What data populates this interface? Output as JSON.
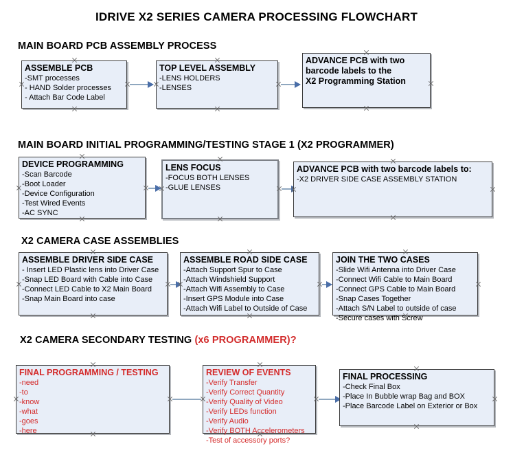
{
  "title": "IDRIVE X2  SERIES CAMERA PROCESSING FLOWCHART",
  "sections": [
    {
      "label": "MAIN BOARD PCB ASSEMBLY PROCESS",
      "accent": ""
    },
    {
      "label": "MAIN BOARD INITIAL PROGRAMMING/TESTING STAGE 1 (X2 PROGRAMMER)",
      "accent": ""
    },
    {
      "label": "X2 CAMERA CASE ASSEMBLIES",
      "accent": ""
    },
    {
      "label": "X2 CAMERA SECONDARY TESTING ",
      "accent": "(x6 PROGRAMMER)?"
    }
  ],
  "colors": {
    "box_fill": "#e8eef8",
    "box_border": "#3a3a3a",
    "connector": "#8fa7bf",
    "arrow_head": "#4a6ea8",
    "accent_red": "#d42a2a",
    "text": "#000000"
  },
  "boxes": [
    {
      "id": "assemble-pcb",
      "heading": "ASSEMBLE PCB",
      "lines": [
        "-SMT processes",
        "- HAND Solder processes",
        "- Attach Bar Code Label"
      ]
    },
    {
      "id": "top-level-assembly",
      "heading": "TOP LEVEL ASSEMBLY",
      "lines": [
        "-LENS HOLDERS",
        "-LENSES"
      ]
    },
    {
      "id": "advance-pcb-programming-station",
      "heading": "ADVANCE PCB with two",
      "lines": [
        "barcode labels to the",
        " X2 Programming Station"
      ]
    },
    {
      "id": "device-programming",
      "heading": "DEVICE PROGRAMMING",
      "lines": [
        "-Scan Barcode",
        "-Boot Loader",
        "-Device Configuration",
        "-Test Wired Events",
        "-AC SYNC"
      ]
    },
    {
      "id": "lens-focus",
      "heading": "LENS FOCUS",
      "lines": [
        "-FOCUS BOTH LENSES",
        "-GLUE LENSES"
      ]
    },
    {
      "id": "advance-pcb-driver-side-case",
      "heading": "ADVANCE PCB with two barcode labels to:",
      "lines": [
        "-X2 DRIVER  SIDE  CASE  ASSEMBLY STATION"
      ]
    },
    {
      "id": "assemble-driver-side-case",
      "heading": "ASSEMBLE DRIVER SIDE CASE",
      "lines": [
        "- Insert LED Plastic lens into Driver Case",
        "-Snap LED Board with Cable into Case",
        "-Connect LED Cable to X2 Main Board",
        "-Snap Main Board into case"
      ]
    },
    {
      "id": "assemble-road-side-case",
      "heading": "ASSEMBLE ROAD SIDE CASE",
      "lines": [
        "-Attach Support Spur to Case",
        "-Attach Windshield Support",
        "-Attach Wifi Assembly to Case",
        "-Insert GPS Module into Case",
        "-Attach Wifi Label to Outside of Case"
      ]
    },
    {
      "id": "join-the-two-cases",
      "heading": "JOIN THE TWO CASES",
      "lines": [
        "-Slide Wifi Antenna into Driver Case",
        "-Connect Wifi Cable to Main Board",
        "-Connect GPS Cable to Main Board",
        "-Snap Cases Together",
        "-Attach S/N Label to outside of case",
        "-Secure cases with Screw"
      ]
    },
    {
      "id": "final-programming-testing",
      "heading": "FINAL PROGRAMMING / TESTING",
      "lines": [
        "-need",
        "-to",
        "-know",
        "-what",
        "-goes",
        "-here"
      ]
    },
    {
      "id": "review-of-events",
      "heading": "REVIEW OF EVENTS",
      "lines": [
        "-Verify Transfer",
        "-Verify Correct Quantity",
        "-Verify Quality of Video",
        "-Verify LEDs function",
        "-Verify Audio",
        "-Verify BOTH Accelerometers",
        "-Test of accessory ports?"
      ]
    },
    {
      "id": "final-processing",
      "heading": "FINAL PROCESSING",
      "lines": [
        "-Check Final Box",
        "-Place In Bubble wrap Bag and BOX",
        "-Place Barcode Label on Exterior or Box"
      ]
    }
  ]
}
